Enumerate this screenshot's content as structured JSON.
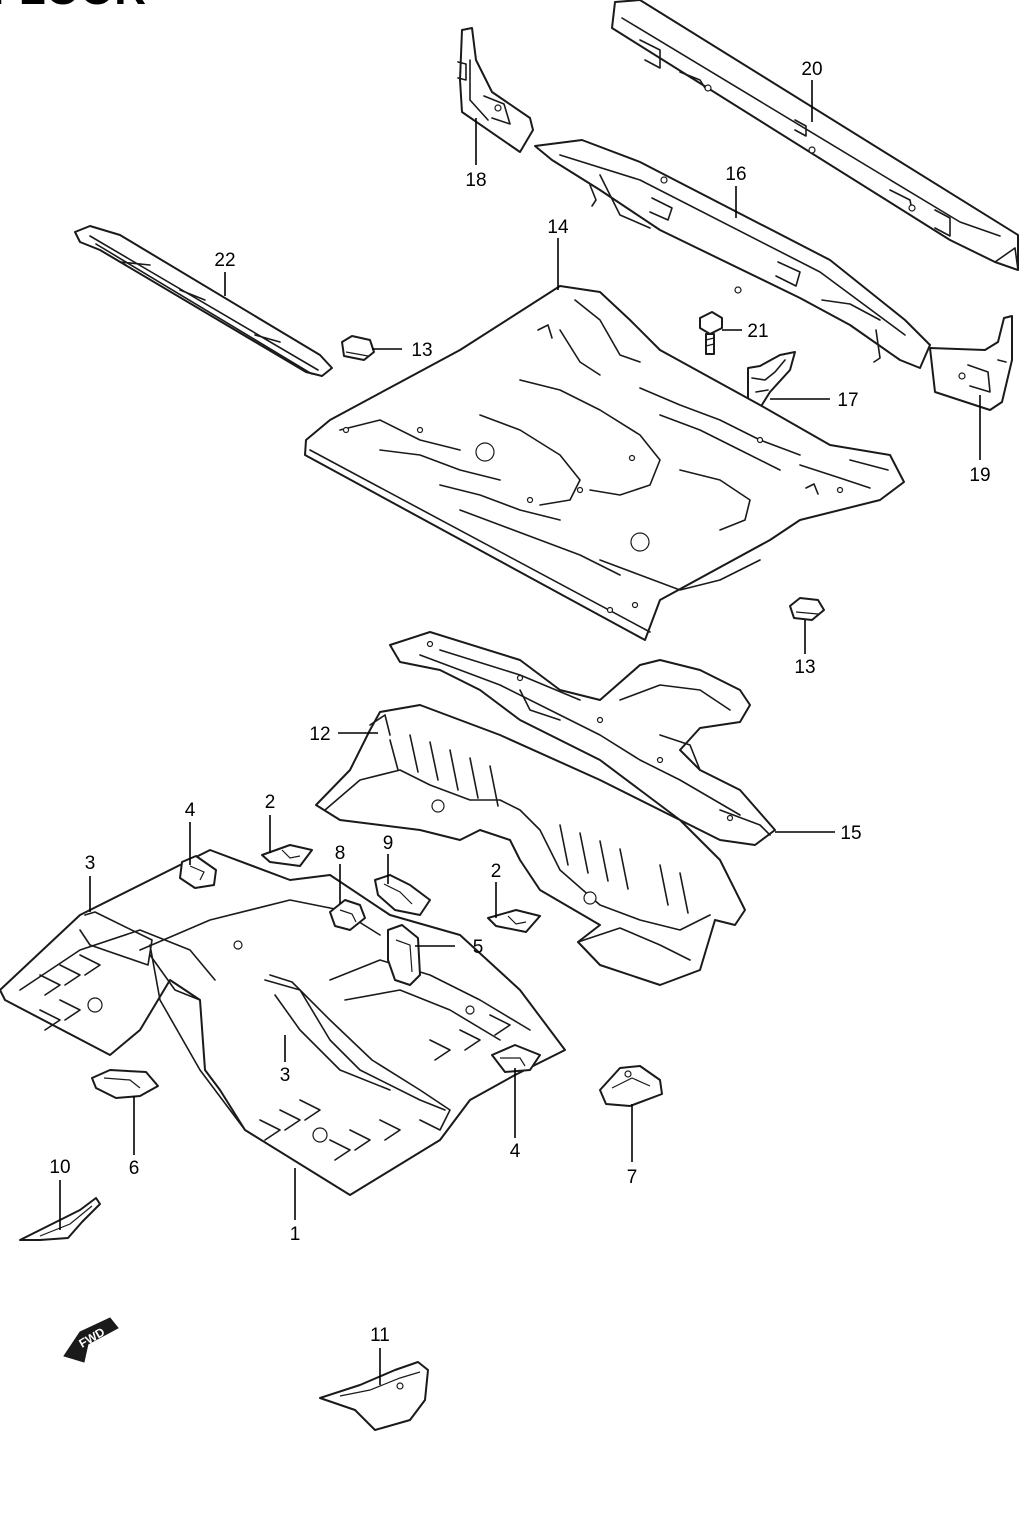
{
  "title": "FLOOR",
  "fwd_label": "FWD",
  "callouts": {
    "c1": "1",
    "c2a": "2",
    "c2b": "2",
    "c3a": "3",
    "c3b": "3",
    "c4a": "4",
    "c4b": "4",
    "c5": "5",
    "c6": "6",
    "c7": "7",
    "c8": "8",
    "c9": "9",
    "c10": "10",
    "c11": "11",
    "c12": "12",
    "c13a": "13",
    "c13b": "13",
    "c14": "14",
    "c15": "15",
    "c16": "16",
    "c17": "17",
    "c18": "18",
    "c19": "19",
    "c20": "20",
    "c21": "21",
    "c22": "22"
  }
}
